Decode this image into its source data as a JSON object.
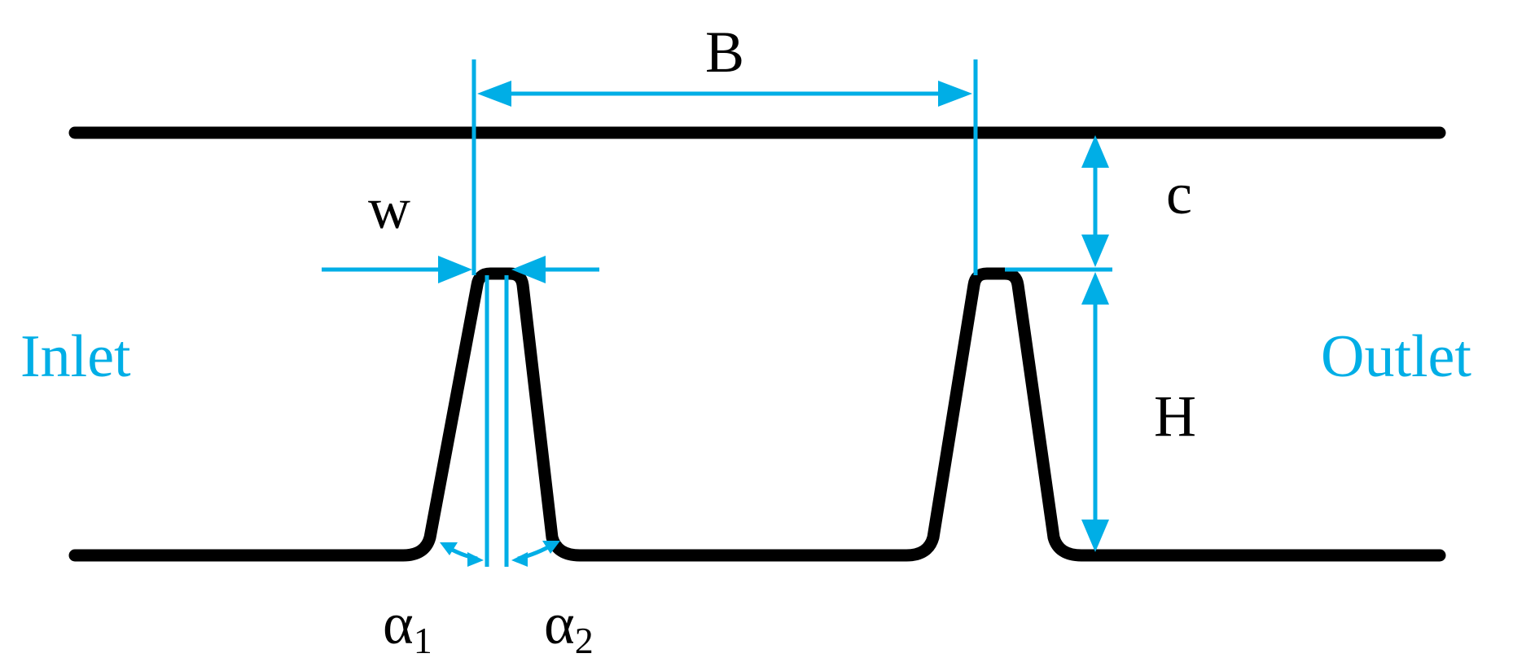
{
  "colors": {
    "geometry": "#000000",
    "dimension": "#00aee6",
    "background": "#ffffff"
  },
  "labels": {
    "pitch": "B",
    "clearance": "c",
    "tooth_width": "w",
    "tooth_height": "H",
    "angle1_symbol": "α",
    "angle1_subscript": "1",
    "angle2_symbol": "α",
    "angle2_subscript": "2",
    "inlet": "Inlet",
    "outlet": "Outlet"
  }
}
